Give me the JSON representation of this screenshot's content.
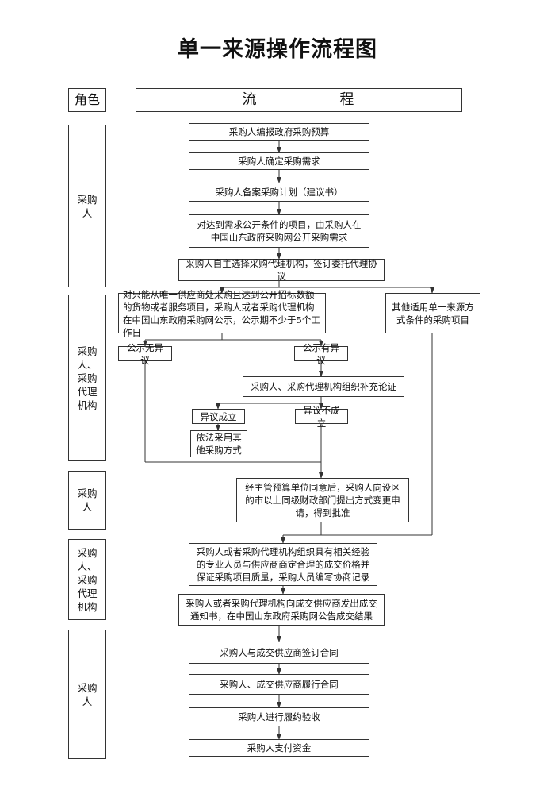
{
  "title": "单一来源操作流程图",
  "header": {
    "role": "角色",
    "flow": "流 程"
  },
  "roles": {
    "r1": "采购人",
    "r2": "采购人、采购代理机构",
    "r3": "采购人",
    "r4": "采购人、采购代理机构",
    "r5": "采购人"
  },
  "steps": {
    "s1": "采购人编报政府采购预算",
    "s2": "采购人确定采购需求",
    "s3": "采购人备案采购计划（建议书）",
    "s4": "对达到需求公开条件的项目，由采购人在中国山东政府采购网公开采购需求",
    "s5": "采购人自主选择采购代理机构，签订委托代理协议",
    "s6": "对只能从唯一供应商处采购且达到公开招标数额的货物或者服务项目，采购人或者采购代理机构在中国山东政府采购网公示，公示期不少于5个工作日",
    "s7": "其他适用单一来源方式条件的采购项目",
    "s8": "公示无异议",
    "s9": "公示有异议",
    "s10": "采购人、采购代理机构组织补充论证",
    "s11": "异议成立",
    "s12": "异议不成立",
    "s13": "依法采用其他采购方式",
    "s14": "经主管预算单位同意后，采购人向设区的市以上同级财政部门提出方式变更申请，得到批准",
    "s15": "采购人或者采购代理机构组织具有相关经验的专业人员与供应商商定合理的成交价格并保证采购项目质量，采购人员编写协商记录",
    "s16": "采购人或者采购代理机构向成交供应商发出成交通知书，在中国山东政府采购网公告成交结果",
    "s17": "采购人与成交供应商签订合同",
    "s18": "采购人、成交供应商履行合同",
    "s19": "采购人进行履约验收",
    "s20": "采购人支付资金"
  }
}
